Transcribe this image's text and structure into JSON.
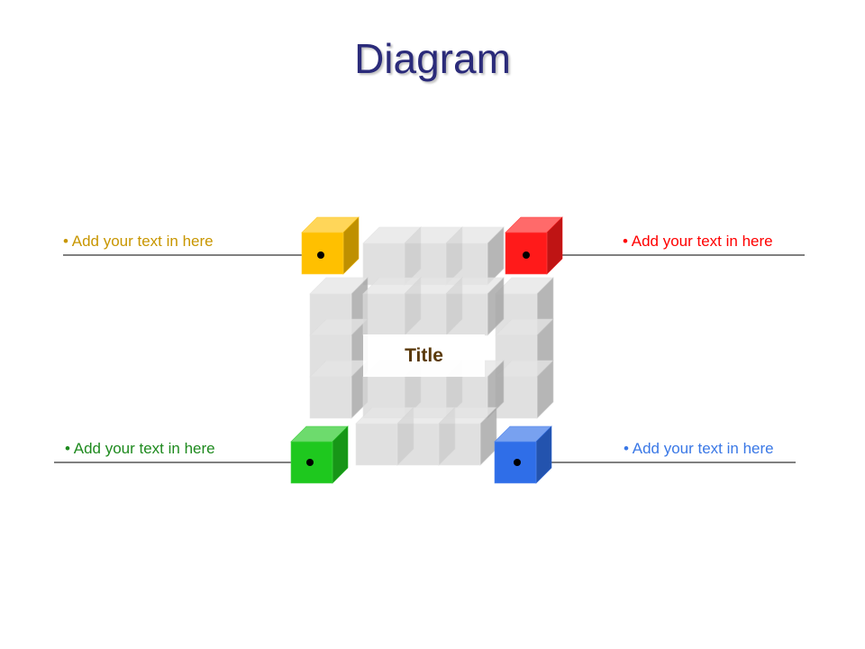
{
  "slide": {
    "title": "Diagram",
    "center_title": "Title"
  },
  "items": [
    {
      "id": "top-left",
      "text": "• Add your text in here",
      "color": "#c89600",
      "cube_color": "#ffc000"
    },
    {
      "id": "top-right",
      "text": "• Add your text in here",
      "color": "#ff0000",
      "cube_color": "#ff1a1a"
    },
    {
      "id": "bottom-left",
      "text": "• Add your text in here",
      "color": "#1e8a1e",
      "cube_color": "#1ec81e"
    },
    {
      "id": "bottom-right",
      "text": "• Add your text in here",
      "color": "#3a78e6",
      "cube_color": "#2f6ee8"
    }
  ],
  "palette": {
    "title_color": "#2b2b7a",
    "center_title_color": "#5a3a0a",
    "glass_face": "#d8d8d8",
    "line_color": "#000000"
  }
}
